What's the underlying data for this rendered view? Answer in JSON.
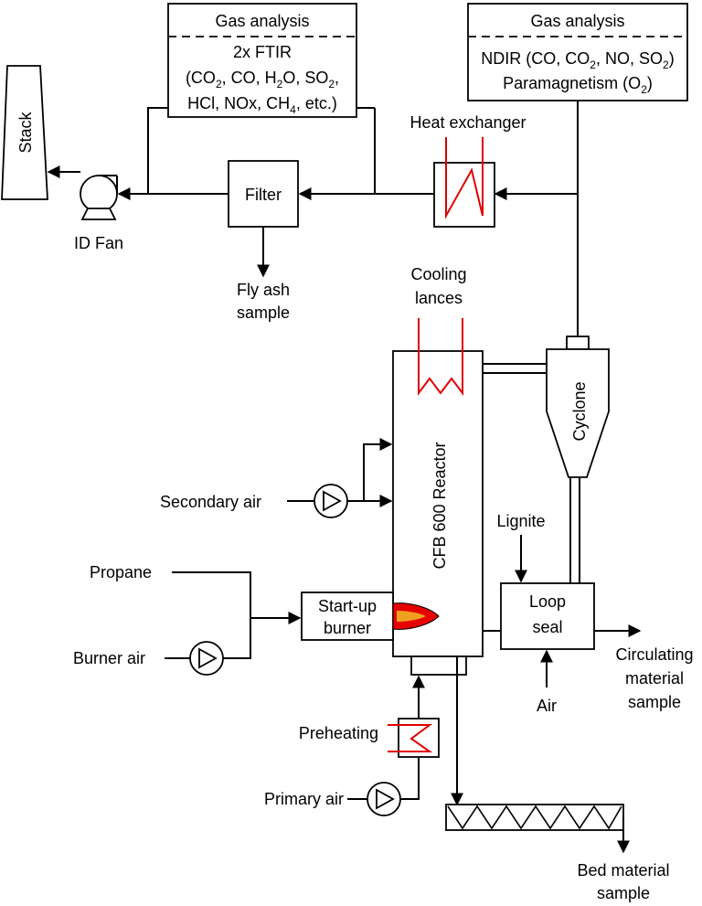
{
  "gas_analysis_left": {
    "title": "Gas analysis",
    "line1": "2x FTIR",
    "line2": {
      "a": "(CO",
      "b": "2",
      "c": ", CO, H",
      "d": "2",
      "e": "O, SO",
      "f": "2",
      "g": ","
    },
    "line3": {
      "a": "HCl, NOx, CH",
      "b": "4",
      "c": ", etc.)"
    }
  },
  "gas_analysis_right": {
    "title": "Gas analysis",
    "line1": {
      "a": "NDIR (CO, CO",
      "b": "2",
      "c": ", NO, SO",
      "d": "2",
      "e": ")"
    },
    "line2": {
      "a": "Paramagnetism (O",
      "b": "2",
      "c": ")"
    }
  },
  "labels": {
    "stack": "Stack",
    "id_fan": "ID Fan",
    "filter": "Filter",
    "fly_ash_1": "Fly ash",
    "fly_ash_2": "sample",
    "heat_exchanger": "Heat exchanger",
    "cooling_1": "Cooling",
    "cooling_2": "lances",
    "reactor": "CFB 600  Reactor",
    "cyclone": "Cyclone",
    "secondary_air": "Secondary air",
    "lignite": "Lignite",
    "propane": "Propane",
    "burner_1": "Start-up",
    "burner_2": "burner",
    "burner_air": "Burner air",
    "loop_1": "Loop",
    "loop_2": "seal",
    "circ_1": "Circulating",
    "circ_2": "material",
    "circ_3": "sample",
    "air": "Air",
    "preheating": "Preheating",
    "primary_air": "Primary air",
    "bed_1": "Bed material",
    "bed_2": "sample"
  },
  "colors": {
    "line": "#000000",
    "heater_red": "#e00000",
    "flame_outer": "#e60000",
    "flame_inner": "#f0a020"
  }
}
